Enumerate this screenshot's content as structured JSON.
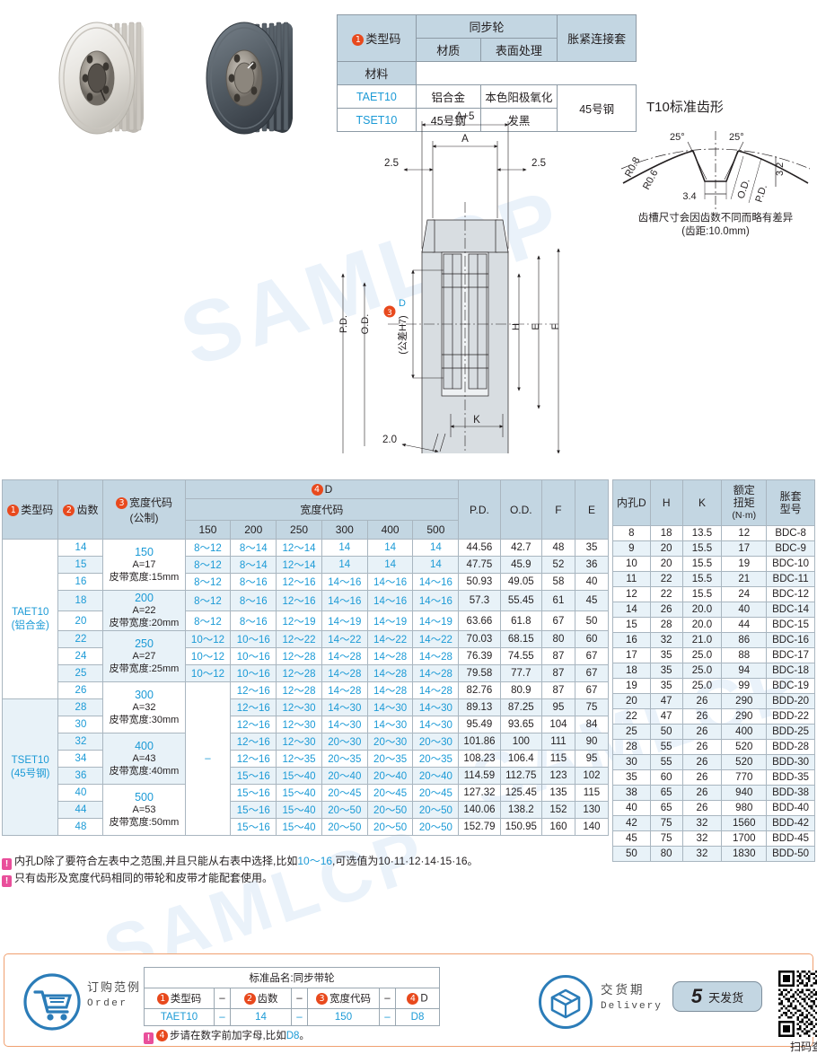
{
  "material_table": {
    "headers": {
      "type_code": "类型码",
      "pulley": "同步轮",
      "material": "材质",
      "surface": "表面处理",
      "sleeve": "胀紧连接套",
      "sleeve_material": "材料"
    },
    "rows": [
      {
        "type_code": "TAET10",
        "material": "铝合金",
        "surface": "本色阳极氧化",
        "sleeve_material": "45号钢"
      },
      {
        "type_code": "TSET10",
        "material": "45号钢",
        "surface": "发黑"
      }
    ]
  },
  "tooth_profile": {
    "title": "T10标准齿形",
    "angle_left": "25°",
    "angle_right": "25°",
    "r_outer": "R0.8",
    "r_inner": "R0.6",
    "width": "3.4",
    "height": "3.2",
    "od_label": "O.D.",
    "pd_label": "P.D.",
    "note_line1": "齿槽尺寸会因齿数不同而略有差异",
    "note_line2": "(齿距:10.0mm)"
  },
  "drawing": {
    "dim_a_plus": "A+5",
    "dim_a": "A",
    "dim_left": "2.5",
    "dim_right": "2.5",
    "dim_bottom_angle": "2.0",
    "dim_k": "K",
    "label_pd": "P.D.",
    "label_od": "O.D.",
    "label_d": "D",
    "label_tol": "(公差H7)",
    "label_h": "H",
    "label_e": "E",
    "label_f": "F"
  },
  "main_table": {
    "headers": {
      "type_code": "类型码",
      "teeth": "齿数",
      "width_code": "宽度代码",
      "width_code_sub": "(公制)",
      "d": "D",
      "width_code_group": "宽度代码",
      "pd": "P.D.",
      "od": "O.D.",
      "f": "F",
      "e": "E"
    },
    "width_cols": [
      "150",
      "200",
      "250",
      "300",
      "400",
      "500"
    ],
    "type_codes": [
      {
        "code": "TAET10",
        "material": "(铝合金)"
      },
      {
        "code": "TSET10",
        "material": "(45号钢)"
      }
    ],
    "width_groups": [
      {
        "code": "150",
        "a": "A=17",
        "belt": "皮带宽度:15mm"
      },
      {
        "code": "200",
        "a": "A=22",
        "belt": "皮带宽度:20mm"
      },
      {
        "code": "250",
        "a": "A=27",
        "belt": "皮带宽度:25mm"
      },
      {
        "code": "300",
        "a": "A=32",
        "belt": "皮带宽度:30mm"
      },
      {
        "code": "400",
        "a": "A=43",
        "belt": "皮带宽度:40mm"
      },
      {
        "code": "500",
        "a": "A=53",
        "belt": "皮带宽度:50mm"
      }
    ],
    "dash": "–",
    "rows": [
      {
        "teeth": "14",
        "d": [
          "8～12",
          "8～14",
          "12～14",
          "14",
          "14",
          "14"
        ],
        "pd": "44.56",
        "od": "42.7",
        "f": "48",
        "e": "35"
      },
      {
        "teeth": "15",
        "d": [
          "8～12",
          "8～14",
          "12～14",
          "14",
          "14",
          "14"
        ],
        "pd": "47.75",
        "od": "45.9",
        "f": "52",
        "e": "36"
      },
      {
        "teeth": "16",
        "d": [
          "8～12",
          "8～16",
          "12～16",
          "14～16",
          "14～16",
          "14～16"
        ],
        "pd": "50.93",
        "od": "49.05",
        "f": "58",
        "e": "40"
      },
      {
        "teeth": "18",
        "d": [
          "8～12",
          "8～16",
          "12～16",
          "14～16",
          "14～16",
          "14～16"
        ],
        "pd": "57.3",
        "od": "55.45",
        "f": "61",
        "e": "45"
      },
      {
        "teeth": "20",
        "d": [
          "8～12",
          "8～16",
          "12～19",
          "14～19",
          "14～19",
          "14～19"
        ],
        "pd": "63.66",
        "od": "61.8",
        "f": "67",
        "e": "50"
      },
      {
        "teeth": "22",
        "d": [
          "10～12",
          "10～16",
          "12～22",
          "14～22",
          "14～22",
          "14～22"
        ],
        "pd": "70.03",
        "od": "68.15",
        "f": "80",
        "e": "60"
      },
      {
        "teeth": "24",
        "d": [
          "10～12",
          "10～16",
          "12～28",
          "14～28",
          "14～28",
          "14～28"
        ],
        "pd": "76.39",
        "od": "74.55",
        "f": "87",
        "e": "67"
      },
      {
        "teeth": "25",
        "d": [
          "10～12",
          "10～16",
          "12～28",
          "14～28",
          "14～28",
          "14～28"
        ],
        "pd": "79.58",
        "od": "77.7",
        "f": "87",
        "e": "67"
      },
      {
        "teeth": "26",
        "d": [
          "",
          "12～16",
          "12～28",
          "14～28",
          "14～28",
          "14～28"
        ],
        "pd": "82.76",
        "od": "80.9",
        "f": "87",
        "e": "67"
      },
      {
        "teeth": "28",
        "d": [
          "",
          "12～16",
          "12～30",
          "14～30",
          "14～30",
          "14～30"
        ],
        "pd": "89.13",
        "od": "87.25",
        "f": "95",
        "e": "75"
      },
      {
        "teeth": "30",
        "d": [
          "",
          "12～16",
          "12～30",
          "14～30",
          "14～30",
          "14～30"
        ],
        "pd": "95.49",
        "od": "93.65",
        "f": "104",
        "e": "84"
      },
      {
        "teeth": "32",
        "d": [
          "",
          "12～16",
          "12～30",
          "20～30",
          "20～30",
          "20～30"
        ],
        "pd": "101.86",
        "od": "100",
        "f": "111",
        "e": "90"
      },
      {
        "teeth": "34",
        "d": [
          "",
          "12～16",
          "12～35",
          "20～35",
          "20～35",
          "20～35"
        ],
        "pd": "108.23",
        "od": "106.4",
        "f": "115",
        "e": "95"
      },
      {
        "teeth": "36",
        "d": [
          "",
          "15～16",
          "15～40",
          "20～40",
          "20～40",
          "20～40"
        ],
        "pd": "114.59",
        "od": "112.75",
        "f": "123",
        "e": "102"
      },
      {
        "teeth": "40",
        "d": [
          "",
          "15～16",
          "15～40",
          "20～45",
          "20～45",
          "20～45"
        ],
        "pd": "127.32",
        "od": "125.45",
        "f": "135",
        "e": "115"
      },
      {
        "teeth": "44",
        "d": [
          "",
          "15～16",
          "15～40",
          "20～50",
          "20～50",
          "20～50"
        ],
        "pd": "140.06",
        "od": "138.2",
        "f": "152",
        "e": "130"
      },
      {
        "teeth": "48",
        "d": [
          "",
          "15～16",
          "15～40",
          "20～50",
          "20～50",
          "20～50"
        ],
        "pd": "152.79",
        "od": "150.95",
        "f": "160",
        "e": "140"
      }
    ]
  },
  "bore_table": {
    "headers": {
      "bore": "内孔D",
      "h": "H",
      "k": "K",
      "torque": "额定\n扭矩",
      "torque_unit": "(N·m)",
      "sleeve_model": "胀套\n型号"
    },
    "rows": [
      {
        "bore": "8",
        "h": "18",
        "k": "13.5",
        "torque": "12",
        "model": "BDC-8"
      },
      {
        "bore": "9",
        "h": "20",
        "k": "15.5",
        "torque": "17",
        "model": "BDC-9"
      },
      {
        "bore": "10",
        "h": "20",
        "k": "15.5",
        "torque": "19",
        "model": "BDC-10"
      },
      {
        "bore": "11",
        "h": "22",
        "k": "15.5",
        "torque": "21",
        "model": "BDC-11"
      },
      {
        "bore": "12",
        "h": "22",
        "k": "15.5",
        "torque": "24",
        "model": "BDC-12"
      },
      {
        "bore": "14",
        "h": "26",
        "k": "20.0",
        "torque": "40",
        "model": "BDC-14"
      },
      {
        "bore": "15",
        "h": "28",
        "k": "20.0",
        "torque": "44",
        "model": "BDC-15"
      },
      {
        "bore": "16",
        "h": "32",
        "k": "21.0",
        "torque": "86",
        "model": "BDC-16"
      },
      {
        "bore": "17",
        "h": "35",
        "k": "25.0",
        "torque": "88",
        "model": "BDC-17"
      },
      {
        "bore": "18",
        "h": "35",
        "k": "25.0",
        "torque": "94",
        "model": "BDC-18"
      },
      {
        "bore": "19",
        "h": "35",
        "k": "25.0",
        "torque": "99",
        "model": "BDC-19"
      },
      {
        "bore": "20",
        "h": "47",
        "k": "26",
        "torque": "290",
        "model": "BDD-20"
      },
      {
        "bore": "22",
        "h": "47",
        "k": "26",
        "torque": "290",
        "model": "BDD-22"
      },
      {
        "bore": "25",
        "h": "50",
        "k": "26",
        "torque": "400",
        "model": "BDD-25"
      },
      {
        "bore": "28",
        "h": "55",
        "k": "26",
        "torque": "520",
        "model": "BDD-28"
      },
      {
        "bore": "30",
        "h": "55",
        "k": "26",
        "torque": "520",
        "model": "BDD-30"
      },
      {
        "bore": "35",
        "h": "60",
        "k": "26",
        "torque": "770",
        "model": "BDD-35"
      },
      {
        "bore": "38",
        "h": "65",
        "k": "26",
        "torque": "940",
        "model": "BDD-38"
      },
      {
        "bore": "40",
        "h": "65",
        "k": "26",
        "torque": "980",
        "model": "BDD-40"
      },
      {
        "bore": "42",
        "h": "75",
        "k": "32",
        "torque": "1560",
        "model": "BDD-42"
      },
      {
        "bore": "45",
        "h": "75",
        "k": "32",
        "torque": "1700",
        "model": "BDD-45"
      },
      {
        "bore": "50",
        "h": "80",
        "k": "32",
        "torque": "1830",
        "model": "BDD-50"
      }
    ]
  },
  "notes": {
    "note1_a": "内孔D除了要符合左表中之范围,并且只能从右表中选择,比如",
    "note1_hl": "10～16",
    "note1_b": ",可选值为10·11·12·14·15·16。",
    "note2": "只有齿形及宽度代码相同的带轮和皮带才能配套使用。"
  },
  "order": {
    "label_cn": "订购范例",
    "label_en": "Order",
    "title": "标准品名:同步带轮",
    "cols": [
      "类型码",
      "齿数",
      "宽度代码",
      "D"
    ],
    "dash": "–",
    "values": [
      "TAET10",
      "14",
      "150",
      "D8"
    ],
    "note_a": "步请在数字前加字母,比如",
    "note_hl": "D8",
    "note_b": "。"
  },
  "delivery": {
    "label_cn": "交货期",
    "label_en": "Delivery",
    "days": "5",
    "days_text": "天发货",
    "qr_caption": "扫码查价"
  },
  "colors": {
    "header_blue": "#c3d6e2",
    "accent_blue": "#1b9ad6",
    "badge_orange": "#e8491d",
    "note_pink": "#e94f9b",
    "row_alt": "#e8f2f8"
  }
}
